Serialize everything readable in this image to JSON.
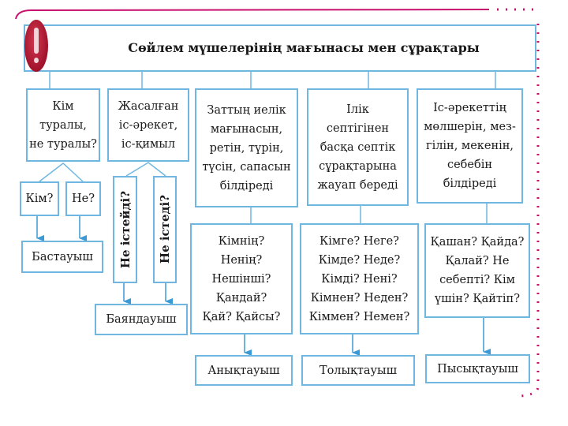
{
  "title": "Сөйлем мүшелерінің мағынасы мен сұрақтары",
  "columns": [
    {
      "desc": "Кім\nтуралы,\nне туралы?",
      "sub": [
        "Кім?",
        "Не?"
      ],
      "result": "Бастауыш"
    },
    {
      "desc": "Жасалған\nіс-әрекет,\nіс-қимыл",
      "sub": [
        "Не істейді?",
        "Не істеді?"
      ],
      "result": "Баяндауыш"
    },
    {
      "desc": "Заттың иелік\nмағынасын,\nретін, түрін,\nтүсін, сапасын\nбілдіреді",
      "questions": "Кімнің?\nНенің?\nНешінші?\nҚандай?\nҚай? Қайсы?",
      "result": "Анықтауыш"
    },
    {
      "desc": "Ілік\nсептігінен\nбасқа септік\nсұрақтарына\nжауап береді",
      "questions": "Кімге? Неге?\nКімде? Неде?\nКімді? Нені?\nКімнен? Неден?\nКіммен? Немен?",
      "result": "Толықтауыш"
    },
    {
      "desc": "Іс-әрекеттің\nмөлшерін, мез-\nгілін, мекенін,\nсебебін\nбілдіреді",
      "questions": "Қашан? Қайда?\nҚалай? Не\nсебепті? Кім\nүшін? Қайтіп?",
      "result": "Пысықтауыш"
    }
  ],
  "colors": {
    "line": "#6fb7e0",
    "accent": "#c8116e",
    "alert": "#b0152f"
  }
}
